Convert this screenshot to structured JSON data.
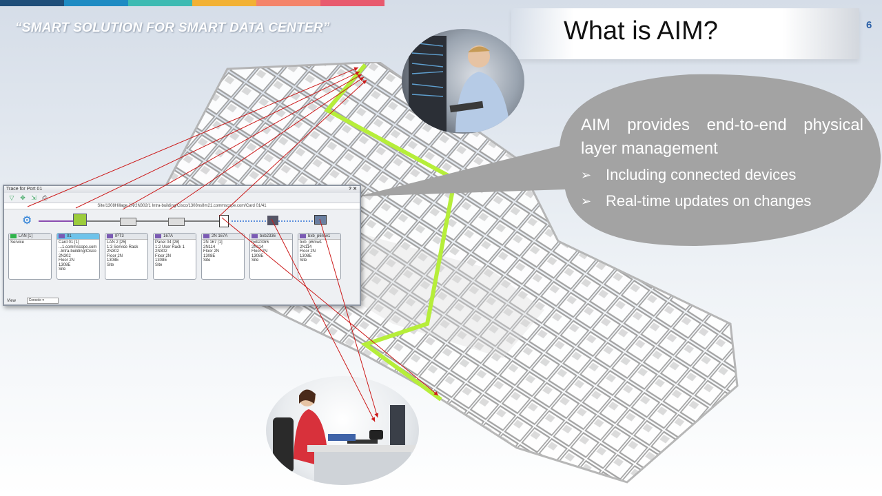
{
  "header": {
    "tagline": "“SMART SOLUTION FOR SMART DATA CENTER”",
    "title": "What is AIM?",
    "page_number": "6",
    "stripe_colors": [
      "#1f4e79",
      "#1e8bc3",
      "#3dbab2",
      "#f2b134",
      "#f4846a",
      "#e85a6e"
    ]
  },
  "callout": {
    "intro_line1": "AIM provides end-to-end physical",
    "intro_line2": "layer management",
    "bullets": [
      "Including connected devices",
      "Real-time updates on changes"
    ],
    "fill_color": "#a3a3a3"
  },
  "colors": {
    "trace_line": "#cc1a1a",
    "green_path": "#b6ee3a"
  },
  "trace_window": {
    "title": "Trace for Port 01",
    "window_controls": "? ✕",
    "path_text": "Site/1308Hillage 2N/2N302/1 Intra-building/Cisco/1308ns8m21.commscope.com/Card 01/41",
    "view_label": "View",
    "view_value": "Console",
    "cards": [
      {
        "header": "LAN [1]",
        "body": "Service",
        "swatch": "#2fb34a"
      },
      {
        "header": "01",
        "body": "Card 01 [1]\n...1.commscope.com\n..Intra-building/Cisco\n2N302\nFloor 2N\n1308E\nSite",
        "swatch": "#7a5ab3"
      },
      {
        "header": "IPT3",
        "body": "LAN 2 [25]\n1:3 Service Rack\n2N302\nFloor 2N\n1308E\nSite",
        "swatch": "#7a5ab3"
      },
      {
        "header": "167A",
        "body": "Panel 04 [28]\n1:2 User Rack 1\n2N302\nFloor 2N\n1308E\nSite",
        "swatch": "#7a5ab3"
      },
      {
        "header": "2N 167A",
        "body": "2N 167 [1]\n2N114\nFloor 2N\n1308E\nSite",
        "swatch": "#7a5ab3"
      },
      {
        "header": "bxb2336",
        "body": "bxb233r6\n2N114\nFloor 2N\n1308E\nSite",
        "swatch": "#7a5ab3"
      },
      {
        "header": "bxb_p6mw1",
        "body": "bxb_p6mw1\n2N114\nFloor 2N\n1308E\nSite",
        "swatch": "#7a5ab3"
      }
    ]
  }
}
